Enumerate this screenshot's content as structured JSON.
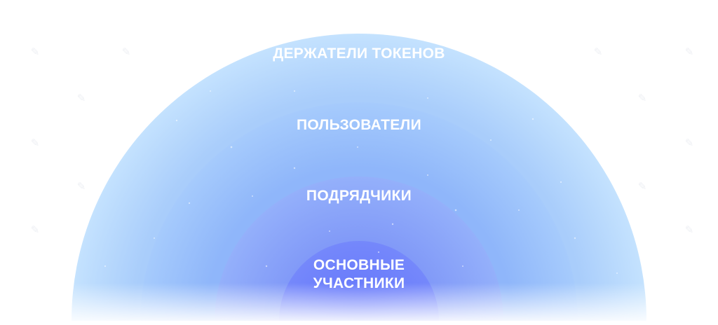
{
  "diagram": {
    "layers": [
      {
        "id": "holders",
        "label": "ДЕРЖАТЕЛИ ТОКЕНОВ",
        "color": "#bcdcfd"
      },
      {
        "id": "users",
        "label": "ПОЛЬЗОВАТЕЛИ",
        "color": "#9fc6fb"
      },
      {
        "id": "contractors",
        "label": "ПОДРЯДЧИКИ",
        "color": "#8ba8f9"
      },
      {
        "id": "core",
        "label_line1": "ОСНОВНЫЕ",
        "label_line2": "УЧАСТНИКИ",
        "color": "#6f84fb"
      }
    ]
  },
  "watermark": {
    "icon": "logo-watermark-icon"
  }
}
